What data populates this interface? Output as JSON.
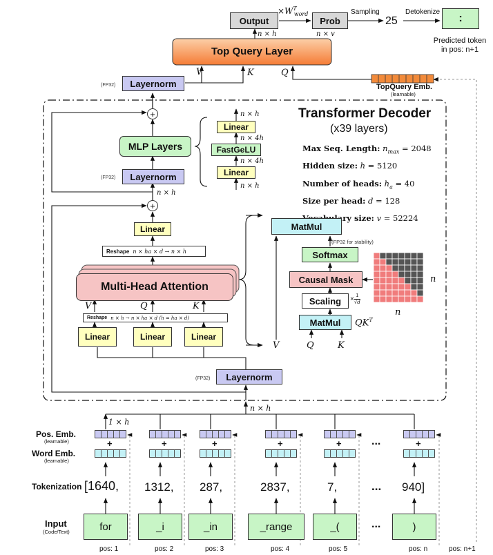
{
  "top": {
    "output": "Output",
    "prob": "Prob",
    "weight_label": "×W",
    "weight_sup": "T",
    "weight_sub": "word",
    "n_times_h": "n × h",
    "n_times_v": "n × v",
    "sampling": "Sampling",
    "sampled_id": "25",
    "detokenize": "Detokenize",
    "predicted_char": ":",
    "predicted_line1": "Predicted token",
    "predicted_line2": "in pos: n+1",
    "top_query_layer": "Top Query Layer",
    "layernorm": "Layernorm",
    "fp32": "(FP32)",
    "V": "V",
    "K": "K",
    "Q": "Q",
    "topquery_emb": "TopQuery Emb.",
    "learnable": "(learnable)"
  },
  "decoder": {
    "title": "Transformer Decoder",
    "subtitle": "(x39 layers)",
    "specs": [
      {
        "label": "Max Seq. Length:",
        "value": "n",
        "sub": "max",
        "eq": " = 2048"
      },
      {
        "label": "Hidden size:",
        "value": "h",
        "sub": "",
        "eq": " = 5120"
      },
      {
        "label": "Number of heads:",
        "value": "h",
        "sub": "a",
        "eq": " = 40"
      },
      {
        "label": "Size per head:",
        "value": "d",
        "sub": "",
        "eq": " = 128"
      },
      {
        "label": "Vocabulary size:",
        "value": "v",
        "sub": "",
        "eq": " = 52224"
      }
    ],
    "mlp_layers": "MLP Layers",
    "layernorm": "Layernorm",
    "fp32": "(FP32)",
    "n_times_h": "n × h",
    "mlp_detail": {
      "linear": "Linear",
      "fastgelu": "FastGeLU",
      "dim_out": "n × h",
      "dim_mid1": "n × 4h",
      "dim_mid2": "n × 4h",
      "dim_in": "n × h"
    },
    "linear": "Linear",
    "reshape": "Reshape",
    "reshape_top_eq": "n × ha × d → n × h",
    "mha": "Multi-Head Attention",
    "V": "V",
    "Q": "Q",
    "K": "K",
    "reshape_bottom_eq": "n × h → n × ha × d (h = ha × d)",
    "attention": {
      "matmul": "MatMul",
      "softmax": "Softmax",
      "fp32_stability": "(FP32 for stability)",
      "causal_mask": "Causal Mask",
      "scaling": "Scaling",
      "scale_factor_num": "1",
      "scale_factor_den": "√d",
      "qkt": "QK",
      "qkt_sup": "T",
      "matmul_bottom": "MatMul",
      "Q": "Q",
      "K": "K",
      "V": "V",
      "mask_n_side": "n",
      "mask_n_bottom": "n"
    }
  },
  "embed": {
    "n_times_h": "n × h",
    "one_times_h": "1 × h",
    "pos_emb": "Pos. Emb.",
    "word_emb": "Word Emb.",
    "learnable": "(learnable)",
    "plus": "+",
    "ellipsis": "..."
  },
  "tokenization": {
    "label": "Tokenization",
    "tokens": [
      "[1640,",
      "1312,",
      "287,",
      "2837,",
      "7,",
      "...",
      "940]"
    ]
  },
  "input": {
    "label": "Input",
    "sublabel": "(Code/Text)",
    "tokens": [
      "for",
      "_i",
      "_in",
      "_range",
      "_(",
      ")"
    ],
    "ellipsis": "...",
    "positions": [
      "pos: 1",
      "pos: 2",
      "pos: 3",
      "pos: 4",
      "pos: 5",
      "pos: n",
      "pos: n+1"
    ]
  },
  "colors": {
    "orange_top": "#fccfa8",
    "orange_bottom": "#f57c35",
    "lavender": "#c9c9f2",
    "yellow": "#ffffbe",
    "cyan": "#c3f1f6",
    "green": "#c8f5c6",
    "pink": "#f6c4c4",
    "mask_red": "#f07c7c",
    "mask_gray": "#555555"
  }
}
